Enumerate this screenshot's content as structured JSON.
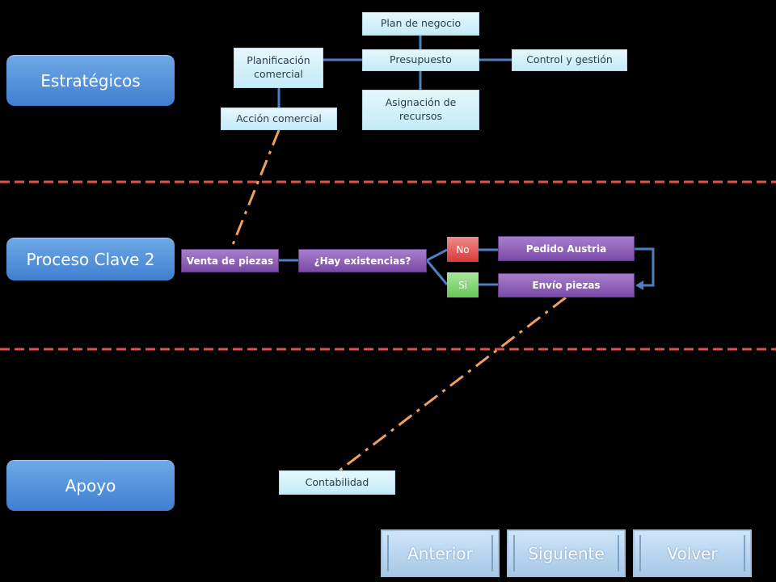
{
  "levels": {
    "estrategicos": "Estratégicos",
    "proceso_clave": "Proceso Clave 2",
    "apoyo": "Apoyo"
  },
  "boxes": {
    "plan_negocio": "Plan de negocio",
    "planificacion_comercial": "Planificación comercial",
    "presupuesto": "Presupuesto",
    "control_gestion": "Control y gestión",
    "asignacion_recursos": "Asignación de recursos",
    "accion_comercial": "Acción comercial",
    "venta_piezas": "Venta de piezas",
    "hay_existencias": "¿Hay existencias?",
    "no": "No",
    "si": "Si",
    "pedido_austria": "Pedido Austria",
    "envio_piezas": "Envío piezas",
    "contabilidad": "Contabilidad"
  },
  "nav": {
    "anterior": "Anterior",
    "siguiente": "Siguiente",
    "volver": "Volver"
  },
  "colors": {
    "divider": "#e0524a",
    "dashdot_link": "#f0a060",
    "connector": "#4f7fc0"
  }
}
